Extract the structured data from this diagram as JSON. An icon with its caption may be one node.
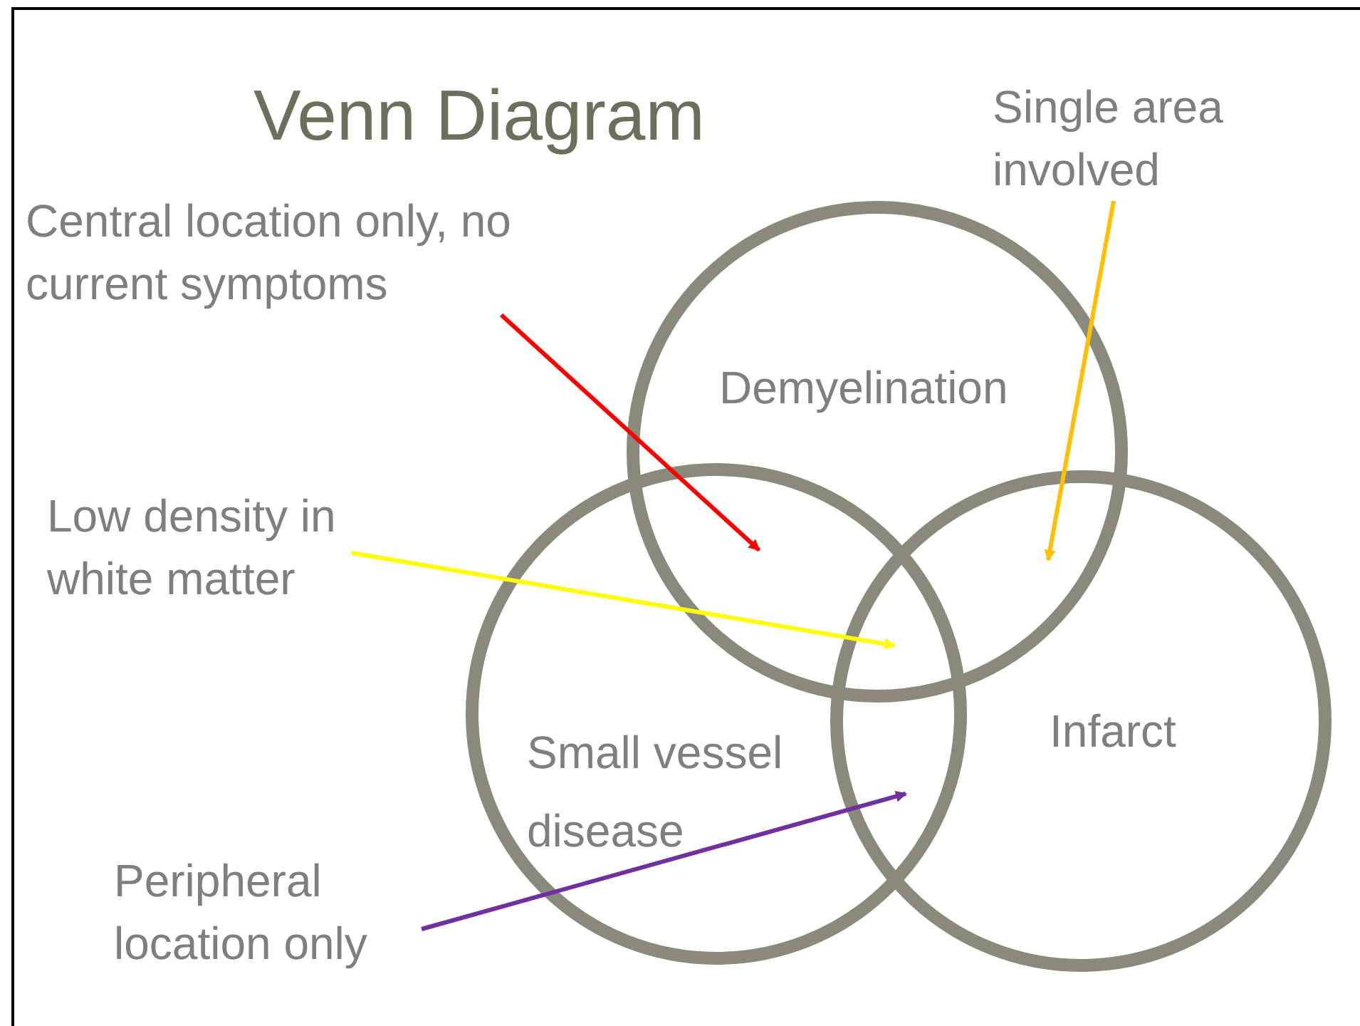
{
  "diagram": {
    "title": "Venn Diagram",
    "nodes": [
      {
        "text": [
          "Demyelination"
        ]
      },
      {
        "text": [
          "Small vessel disease"
        ]
      },
      {
        "text": [
          "Infarct"
        ]
      },
      {
        "text": [
          "Central location only, no current symptoms"
        ]
      },
      {
        "text": [
          "Single area involved"
        ]
      },
      {
        "text": [
          "Low density in white matter"
        ]
      },
      {
        "text": [
          "Peripheral location only"
        ]
      }
    ],
    "edges": [
      {
        "from": 3,
        "to": 0,
        "arrow": "to",
        "color": "#ff0000"
      },
      {
        "from": 4,
        "to": 0,
        "arrow": "to",
        "color": "#ffc000"
      },
      {
        "from": 5,
        "to": 0,
        "arrow": "to",
        "color": "#ffff00"
      },
      {
        "from": 6,
        "to": 1,
        "arrow": "to",
        "color": "#7030a0"
      }
    ]
  }
}
